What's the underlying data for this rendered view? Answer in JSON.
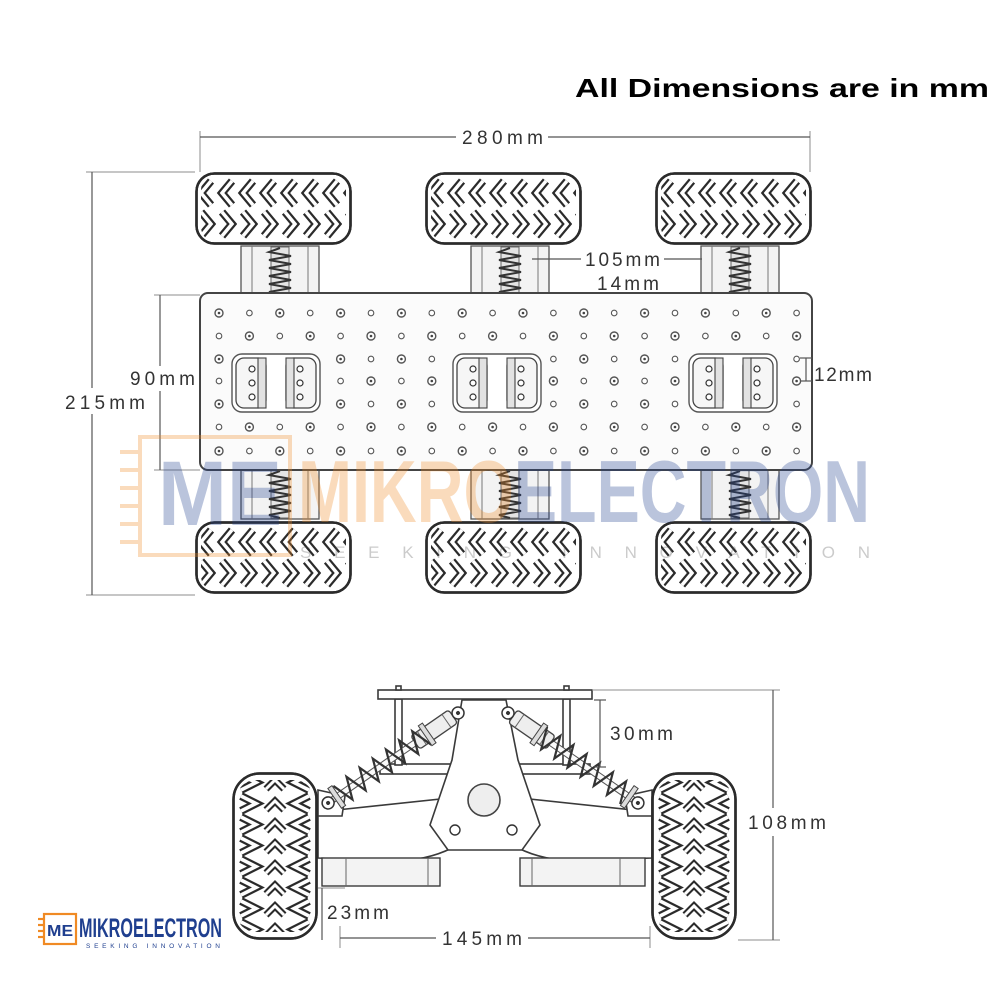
{
  "header": {
    "title": "All Dimensions are in mm"
  },
  "top_view": {
    "dimensions": {
      "length": "280mm",
      "width": "215mm",
      "plate_width": "90mm",
      "spacing": "105mm",
      "offset": "14mm",
      "margin": "12mm"
    }
  },
  "front_view": {
    "dimensions": {
      "plate_gap": "30mm",
      "height": "108mm",
      "clearance": "23mm",
      "track": "145mm"
    }
  },
  "watermark": {
    "mark": "ME",
    "name": "MIKROELECTRON",
    "tagline": "SEEKING INNOVATION"
  },
  "logo": {
    "mark": "ME",
    "name": "MIKROELECTRON",
    "tagline": "SEEKING INNOVATION"
  },
  "colors": {
    "brand_blue": "#1f3f8f",
    "brand_orange": "#f08a24",
    "line": "#3a3a3a"
  },
  "icons": [
    "chip-logo-icon"
  ]
}
